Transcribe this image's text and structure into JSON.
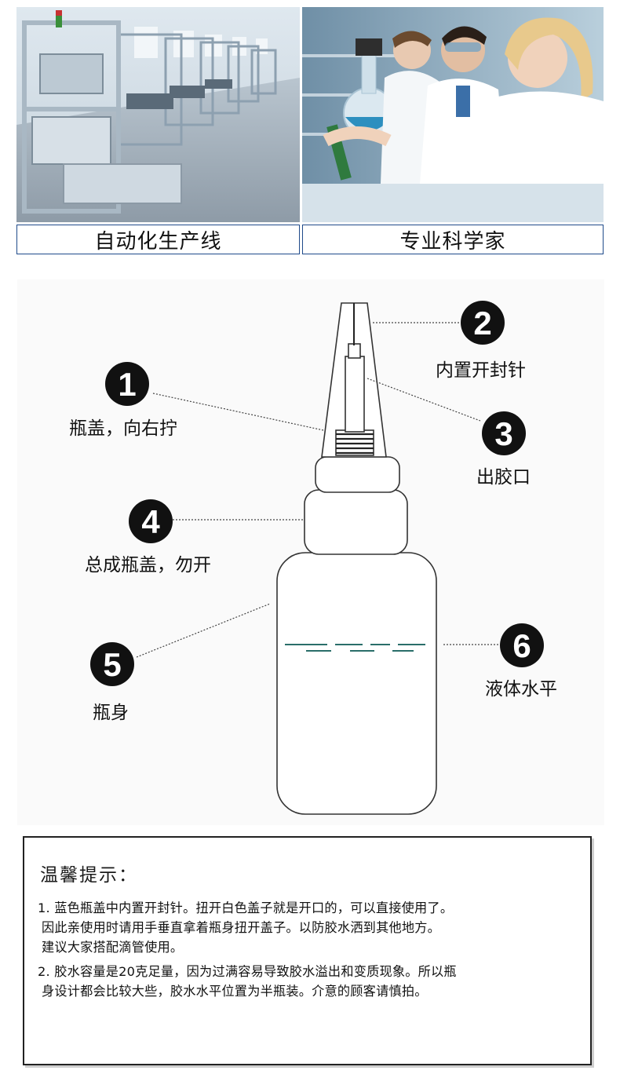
{
  "photos": [
    {
      "caption": "自动化生产线"
    },
    {
      "caption": "专业科学家"
    }
  ],
  "diagram": {
    "callouts": [
      {
        "number": "1",
        "label": "瓶盖，向右拧"
      },
      {
        "number": "2",
        "label": "内置开封针"
      },
      {
        "number": "3",
        "label": "出胶口"
      },
      {
        "number": "4",
        "label": "总成瓶盖，勿开"
      },
      {
        "number": "5",
        "label": "瓶身"
      },
      {
        "number": "6",
        "label": "液体水平"
      }
    ]
  },
  "notice": {
    "title": "温馨提示：",
    "items": [
      {
        "lines": [
          "1. 蓝色瓶盖中内置开封针。扭开白色盖子就是开口的，可以直接使用了。",
          "因此亲使用时请用手垂直拿着瓶身扭开盖子。以防胶水洒到其他地方。",
          "建议大家搭配滴管使用。"
        ]
      },
      {
        "lines": [
          "2. 胶水容量是20克足量，因为过满容易导致胶水溢出和变质现象。所以瓶",
          "身设计都会比较大些，胶水水平位置为半瓶装。介意的顾客请慎拍。"
        ]
      }
    ]
  }
}
